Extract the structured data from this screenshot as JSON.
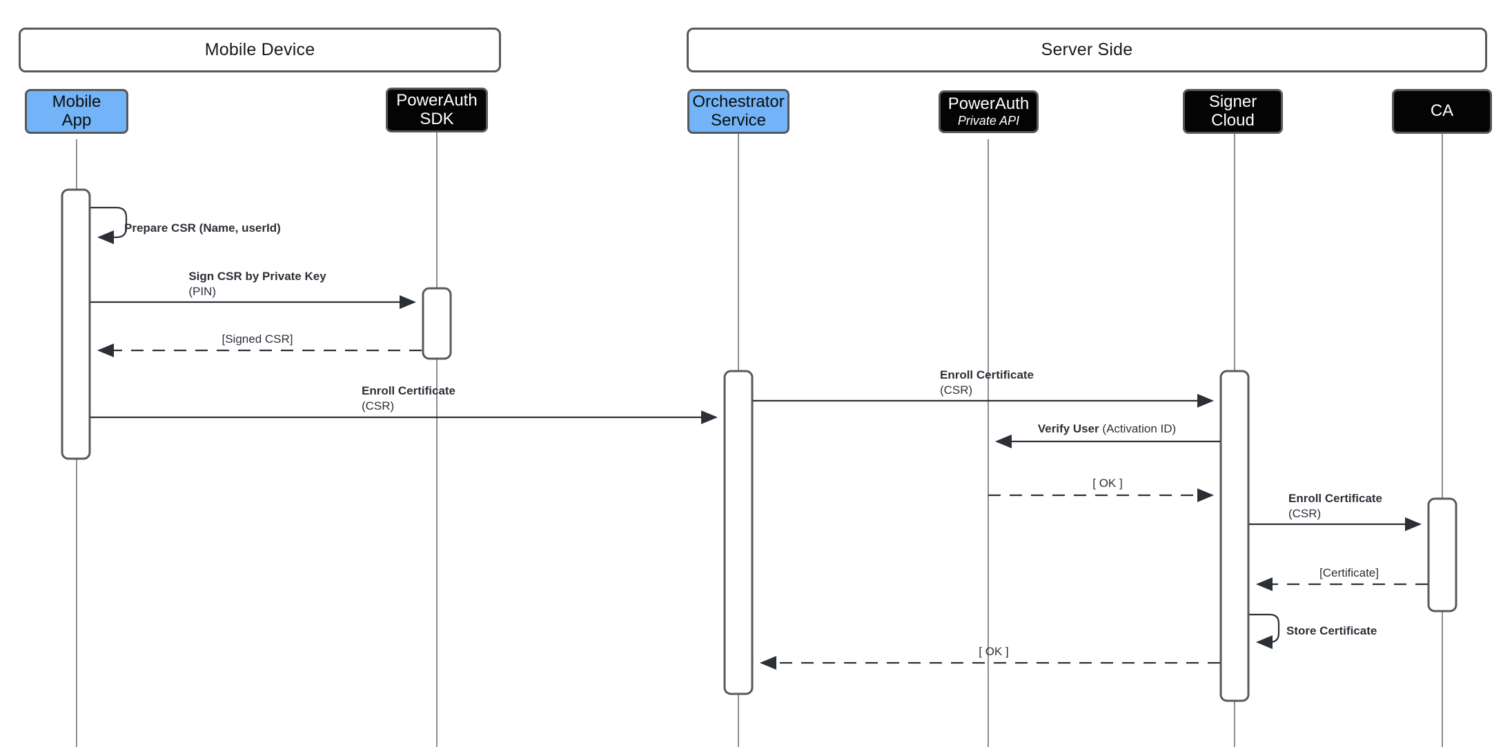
{
  "diagram": {
    "type": "sequence-diagram",
    "title": "Certificate Enrollment Sequence",
    "colors": {
      "accent": "#72b4f7",
      "participant_dark": "#040404",
      "stroke": "#56585b",
      "line": "#2b2f36",
      "background": "#ffffff"
    },
    "groups": [
      {
        "id": "mobile-device",
        "label": "Mobile Device"
      },
      {
        "id": "server-side",
        "label": "Server Side"
      }
    ],
    "participants": [
      {
        "id": "mobile-app",
        "line1": "Mobile",
        "line2": "App",
        "sub": "",
        "style": "accent",
        "group": "mobile-device"
      },
      {
        "id": "powerauth-sdk",
        "line1": "PowerAuth",
        "line2": "SDK",
        "sub": "",
        "style": "dark",
        "group": "mobile-device"
      },
      {
        "id": "orchestrator",
        "line1": "Orchestrator",
        "line2": "Service",
        "sub": "",
        "style": "accent",
        "group": "server-side"
      },
      {
        "id": "powerauth",
        "line1": "PowerAuth",
        "line2": "",
        "sub": "Private API",
        "style": "dark",
        "group": "server-side"
      },
      {
        "id": "signer-cloud",
        "line1": "Signer",
        "line2": "Cloud",
        "sub": "",
        "style": "dark",
        "group": "server-side"
      },
      {
        "id": "ca",
        "line1": "CA",
        "line2": "",
        "sub": "",
        "style": "dark",
        "group": "server-side"
      }
    ],
    "messages": [
      {
        "id": "m1",
        "from": "mobile-app",
        "to": "mobile-app",
        "kind": "self",
        "label": "Prepare CSR (Name, userId)",
        "args": ""
      },
      {
        "id": "m2",
        "from": "mobile-app",
        "to": "powerauth-sdk",
        "kind": "call",
        "label": "Sign CSR by Private Key",
        "args": "(PIN)"
      },
      {
        "id": "m3",
        "from": "powerauth-sdk",
        "to": "mobile-app",
        "kind": "return",
        "label": "[Signed CSR]",
        "args": ""
      },
      {
        "id": "m4",
        "from": "mobile-app",
        "to": "orchestrator",
        "kind": "call",
        "label": "Enroll Certificate",
        "args": "(CSR)"
      },
      {
        "id": "m5",
        "from": "orchestrator",
        "to": "signer-cloud",
        "kind": "call",
        "label": "Enroll Certificate",
        "args": "(CSR)"
      },
      {
        "id": "m6",
        "from": "signer-cloud",
        "to": "powerauth",
        "kind": "call",
        "label": "Verify User",
        "args": "(Activation ID)"
      },
      {
        "id": "m7",
        "from": "powerauth",
        "to": "signer-cloud",
        "kind": "return",
        "label": "[ OK ]",
        "args": ""
      },
      {
        "id": "m8",
        "from": "signer-cloud",
        "to": "ca",
        "kind": "call",
        "label": "Enroll Certificate",
        "args": "(CSR)"
      },
      {
        "id": "m9",
        "from": "ca",
        "to": "signer-cloud",
        "kind": "return",
        "label": "[Certificate]",
        "args": ""
      },
      {
        "id": "m10",
        "from": "signer-cloud",
        "to": "signer-cloud",
        "kind": "self",
        "label": "Store Certificate",
        "args": ""
      },
      {
        "id": "m11",
        "from": "signer-cloud",
        "to": "orchestrator",
        "kind": "return",
        "label": "[ OK ]",
        "args": ""
      }
    ]
  }
}
